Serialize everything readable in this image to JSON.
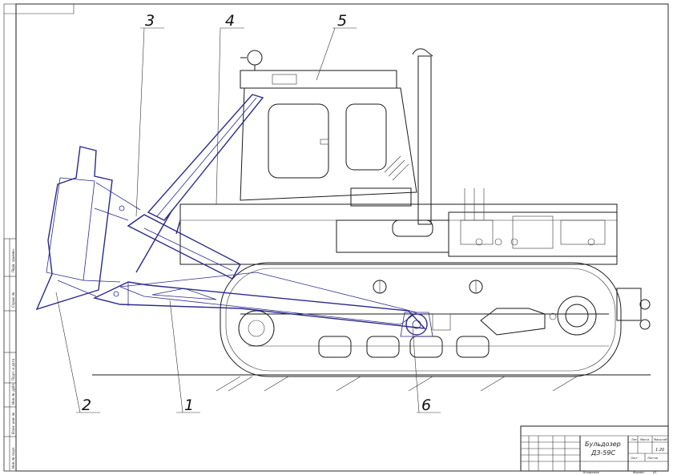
{
  "callouts": [
    "1",
    "2",
    "3",
    "4",
    "5",
    "6"
  ],
  "title_block": {
    "name_line1": "Бульдозер",
    "name_line2": "ДЗ-59С",
    "scale": "1:20",
    "col_mass": "Масса",
    "col_scale": "Масштаб",
    "col_lit": "Лит.",
    "sheet": "Лист",
    "sheets": "Листов",
    "copied": "Копировал",
    "format": "Формат",
    "format_value": "А1"
  },
  "side_stamp": {
    "inv_orig": "Инв. № подл.",
    "sign_date": "Подп. и дата",
    "inv_dup": "Инв. № дубл.",
    "vzam_inv": "Взам. инв. №",
    "perv_prim": "Перв. примен.",
    "sprav": "Справ. №"
  }
}
